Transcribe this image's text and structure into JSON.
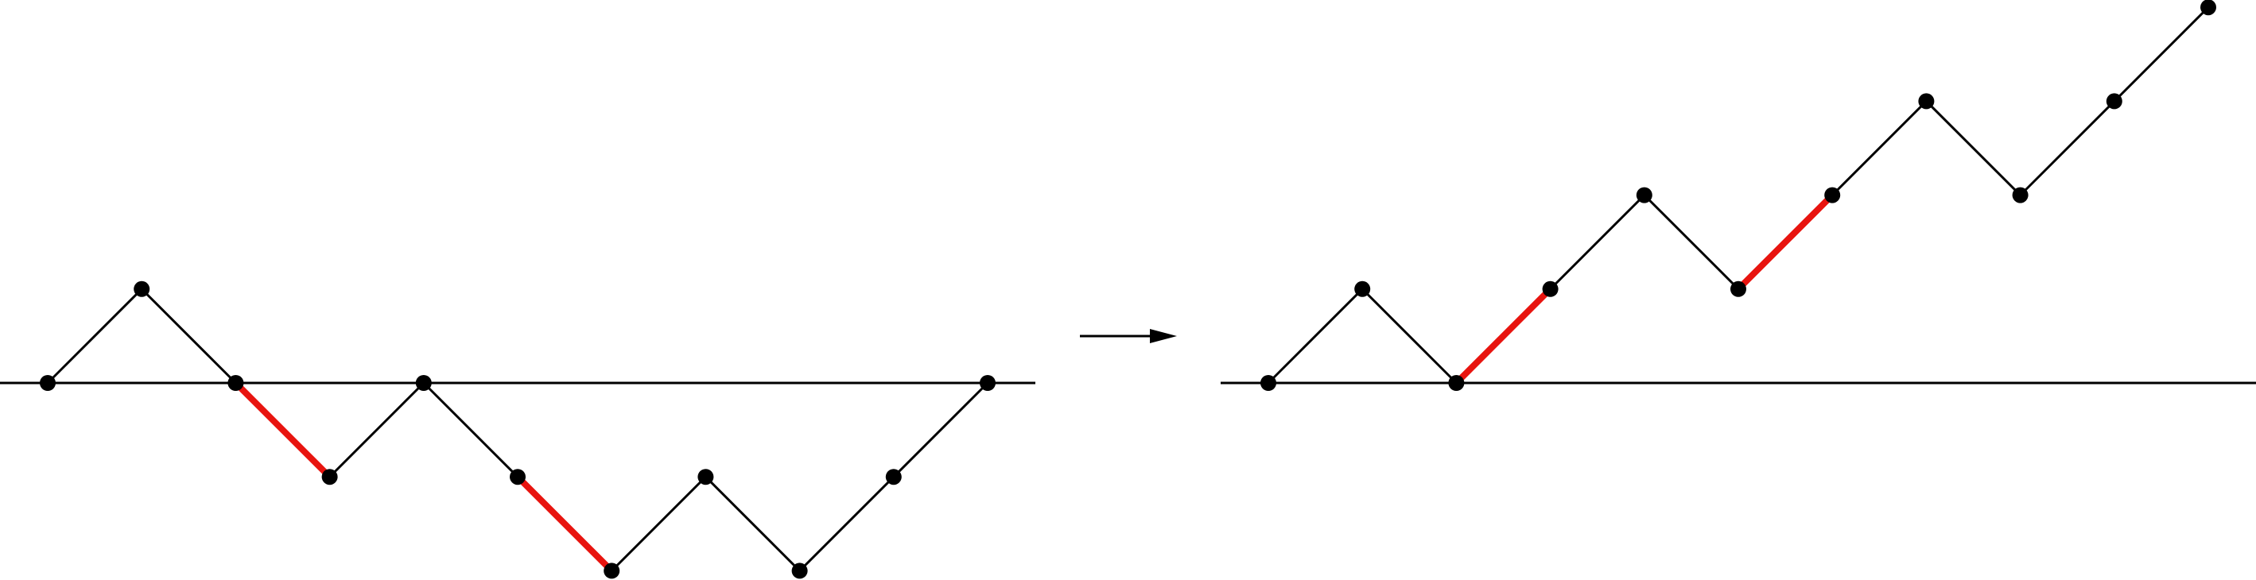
{
  "diagram": {
    "colors": {
      "background": "#ffffff",
      "line": "#000000",
      "highlight": "#e8140f",
      "vertex": "#000000"
    },
    "left_path": {
      "steps": [
        "U",
        "D",
        "D",
        "U",
        "D",
        "D",
        "U",
        "D",
        "U",
        "U"
      ],
      "highlighted_steps": [
        2,
        5
      ],
      "start_height": 0
    },
    "right_path": {
      "steps": [
        "U",
        "D",
        "U",
        "U",
        "D",
        "U",
        "U",
        "D",
        "U",
        "U"
      ],
      "highlighted_steps": [
        2,
        5
      ],
      "start_height": 0
    },
    "arrow": {
      "direction": "right",
      "icon": "right-arrow-icon"
    }
  }
}
